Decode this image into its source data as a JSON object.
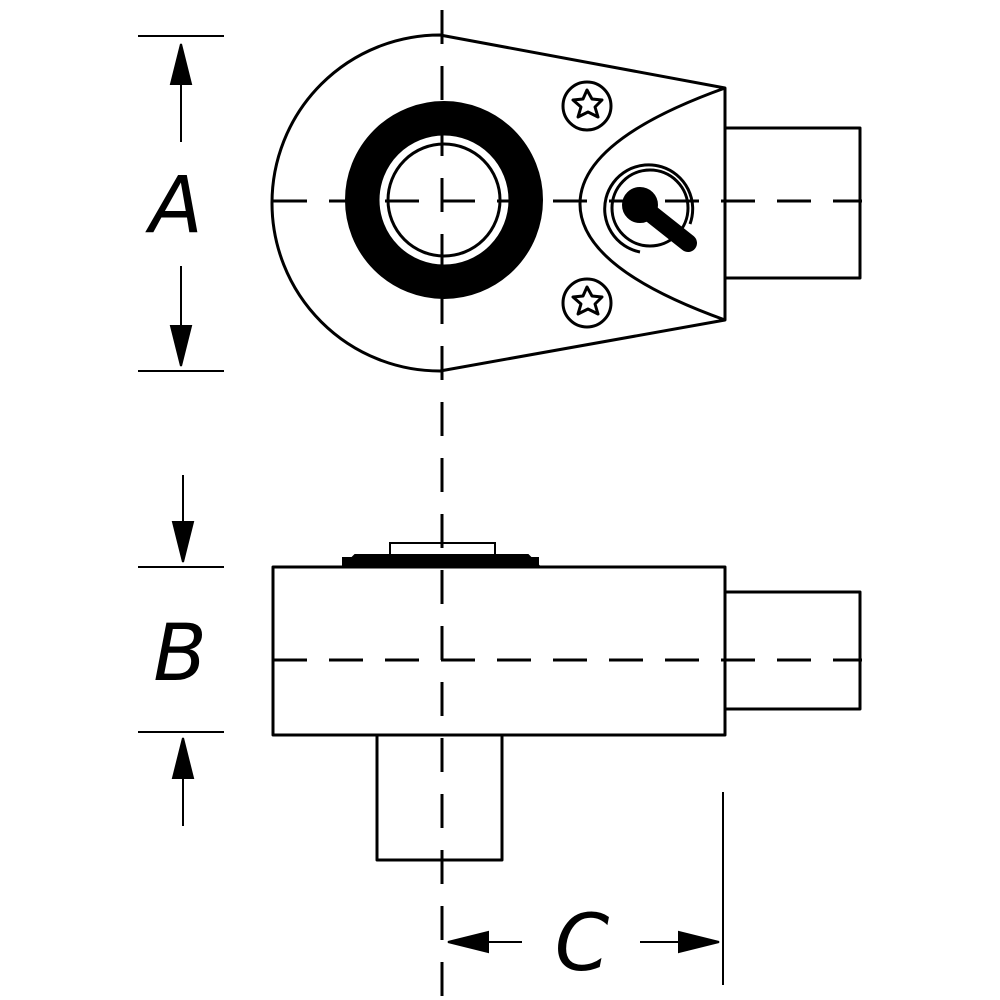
{
  "dimensions": {
    "a_label": "A",
    "b_label": "B",
    "c_label": "C"
  },
  "colors": {
    "stroke": "#000000",
    "background": "#ffffff"
  }
}
